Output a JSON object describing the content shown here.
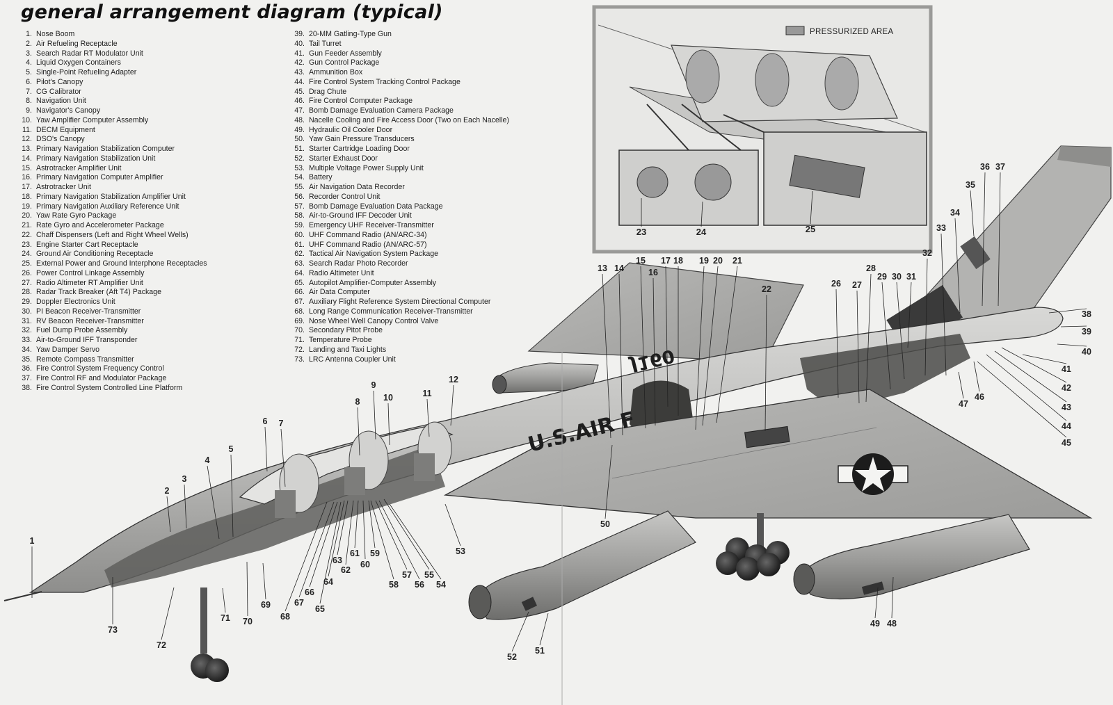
{
  "title": "general arrangement diagram (typical)",
  "inset_legend": "PRESSURIZED AREA",
  "markings": {
    "fuselage": "U.S.AIR F",
    "tail_number": "J160"
  },
  "legend_left": [
    {
      "n": "1.",
      "t": "Nose Boom"
    },
    {
      "n": "2.",
      "t": "Air Refueling Receptacle"
    },
    {
      "n": "3.",
      "t": "Search Radar RT Modulator Unit"
    },
    {
      "n": "4.",
      "t": "Liquid Oxygen Containers"
    },
    {
      "n": "5.",
      "t": "Single-Point Refueling Adapter"
    },
    {
      "n": "6.",
      "t": "Pilot's Canopy"
    },
    {
      "n": "7.",
      "t": "CG Calibrator"
    },
    {
      "n": "8.",
      "t": "Navigation Unit"
    },
    {
      "n": "9.",
      "t": "Navigator's Canopy"
    },
    {
      "n": "10.",
      "t": "Yaw Amplifier Computer Assembly"
    },
    {
      "n": "11.",
      "t": "DECM Equipment"
    },
    {
      "n": "12.",
      "t": "DSO's Canopy"
    },
    {
      "n": "13.",
      "t": "Primary Navigation Stabilization Computer"
    },
    {
      "n": "14.",
      "t": "Primary Navigation Stabilization Unit"
    },
    {
      "n": "15.",
      "t": "Astrotracker Amplifier Unit"
    },
    {
      "n": "16.",
      "t": "Primary Navigation Computer Amplifier"
    },
    {
      "n": "17.",
      "t": "Astrotracker Unit"
    },
    {
      "n": "18.",
      "t": "Primary Navigation Stabilization Amplifier Unit"
    },
    {
      "n": "19.",
      "t": "Primary Navigation Auxiliary Reference Unit"
    },
    {
      "n": "20.",
      "t": "Yaw Rate Gyro Package"
    },
    {
      "n": "21.",
      "t": "Rate Gyro and Accelerometer Package"
    },
    {
      "n": "22.",
      "t": "Chaff Dispensers (Left and Right Wheel Wells)"
    },
    {
      "n": "23.",
      "t": "Engine Starter Cart Receptacle"
    },
    {
      "n": "24.",
      "t": "Ground Air Conditioning Receptacle"
    },
    {
      "n": "25.",
      "t": "External Power and Ground Interphone Receptacles"
    },
    {
      "n": "26.",
      "t": "Power Control Linkage Assembly"
    },
    {
      "n": "27.",
      "t": "Radio Altimeter RT Amplifier Unit"
    },
    {
      "n": "28.",
      "t": "Radar Track Breaker (Aft T4) Package"
    },
    {
      "n": "29.",
      "t": "Doppler Electronics Unit"
    },
    {
      "n": "30.",
      "t": "PI Beacon Receiver-Transmitter"
    },
    {
      "n": "31.",
      "t": "RV Beacon Receiver-Transmitter"
    },
    {
      "n": "32.",
      "t": "Fuel Dump Probe Assembly"
    },
    {
      "n": "33.",
      "t": "Air-to-Ground IFF Transponder"
    },
    {
      "n": "34.",
      "t": "Yaw Damper Servo"
    },
    {
      "n": "35.",
      "t": "Remote Compass Transmitter"
    },
    {
      "n": "36.",
      "t": "Fire Control System Frequency Control"
    },
    {
      "n": "37.",
      "t": "Fire Control RF and Modulator Package"
    },
    {
      "n": "38.",
      "t": "Fire Control System Controlled Line Platform"
    }
  ],
  "legend_right": [
    {
      "n": "39.",
      "t": "20-MM Gatling-Type Gun"
    },
    {
      "n": "40.",
      "t": "Tail Turret"
    },
    {
      "n": "41.",
      "t": "Gun Feeder Assembly"
    },
    {
      "n": "42.",
      "t": "Gun Control Package"
    },
    {
      "n": "43.",
      "t": "Ammunition Box"
    },
    {
      "n": "44.",
      "t": "Fire Control System Tracking Control Package"
    },
    {
      "n": "45.",
      "t": "Drag Chute"
    },
    {
      "n": "46.",
      "t": "Fire Control Computer Package"
    },
    {
      "n": "47.",
      "t": "Bomb Damage Evaluation Camera Package"
    },
    {
      "n": "48.",
      "t": "Nacelle Cooling and Fire Access Door (Two on Each Nacelle)"
    },
    {
      "n": "49.",
      "t": "Hydraulic Oil Cooler Door"
    },
    {
      "n": "50.",
      "t": "Yaw Gain Pressure Transducers"
    },
    {
      "n": "51.",
      "t": "Starter Cartridge Loading Door"
    },
    {
      "n": "52.",
      "t": "Starter Exhaust Door"
    },
    {
      "n": "53.",
      "t": "Multiple Voltage Power Supply Unit"
    },
    {
      "n": "54.",
      "t": "Battery"
    },
    {
      "n": "55.",
      "t": "Air Navigation Data Recorder"
    },
    {
      "n": "56.",
      "t": "Recorder Control Unit"
    },
    {
      "n": "57.",
      "t": "Bomb Damage Evaluation Data Package"
    },
    {
      "n": "58.",
      "t": "Air-to-Ground IFF Decoder Unit"
    },
    {
      "n": "59.",
      "t": "Emergency UHF Receiver-Transmitter"
    },
    {
      "n": "60.",
      "t": "UHF Command Radio (AN/ARC-34)"
    },
    {
      "n": "61.",
      "t": "UHF Command Radio (AN/ARC-57)"
    },
    {
      "n": "62.",
      "t": "Tactical Air Navigation System Package"
    },
    {
      "n": "63.",
      "t": "Search Radar Photo Recorder"
    },
    {
      "n": "64.",
      "t": "Radio Altimeter Unit"
    },
    {
      "n": "65.",
      "t": "Autopilot Amplifier-Computer Assembly"
    },
    {
      "n": "66.",
      "t": "Air Data Computer"
    },
    {
      "n": "67.",
      "t": "Auxiliary Flight Reference System Directional Computer"
    },
    {
      "n": "68.",
      "t": "Long Range Communication Receiver-Transmitter"
    },
    {
      "n": "69.",
      "t": "Nose Wheel Well Canopy Control Valve"
    },
    {
      "n": "70.",
      "t": "Secondary Pitot Probe"
    },
    {
      "n": "71.",
      "t": "Temperature Probe"
    },
    {
      "n": "72.",
      "t": "Landing and Taxi Lights"
    },
    {
      "n": "73.",
      "t": "LRC Antenna Coupler Unit"
    }
  ],
  "callouts": [
    "1",
    "2",
    "3",
    "4",
    "5",
    "6",
    "7",
    "8",
    "9",
    "10",
    "11",
    "12",
    "13",
    "14",
    "15",
    "16",
    "17",
    "18",
    "19",
    "20",
    "21",
    "22",
    "23",
    "24",
    "25",
    "26",
    "27",
    "28",
    "29",
    "30",
    "31",
    "32",
    "33",
    "34",
    "35",
    "36",
    "37",
    "38",
    "39",
    "40",
    "41",
    "42",
    "43",
    "44",
    "45",
    "46",
    "47",
    "48",
    "49",
    "50",
    "51",
    "52",
    "53",
    "54",
    "55",
    "56",
    "57",
    "58",
    "59",
    "60",
    "61",
    "62",
    "63",
    "64",
    "65",
    "66",
    "67",
    "68",
    "69",
    "70",
    "71",
    "72",
    "73"
  ]
}
